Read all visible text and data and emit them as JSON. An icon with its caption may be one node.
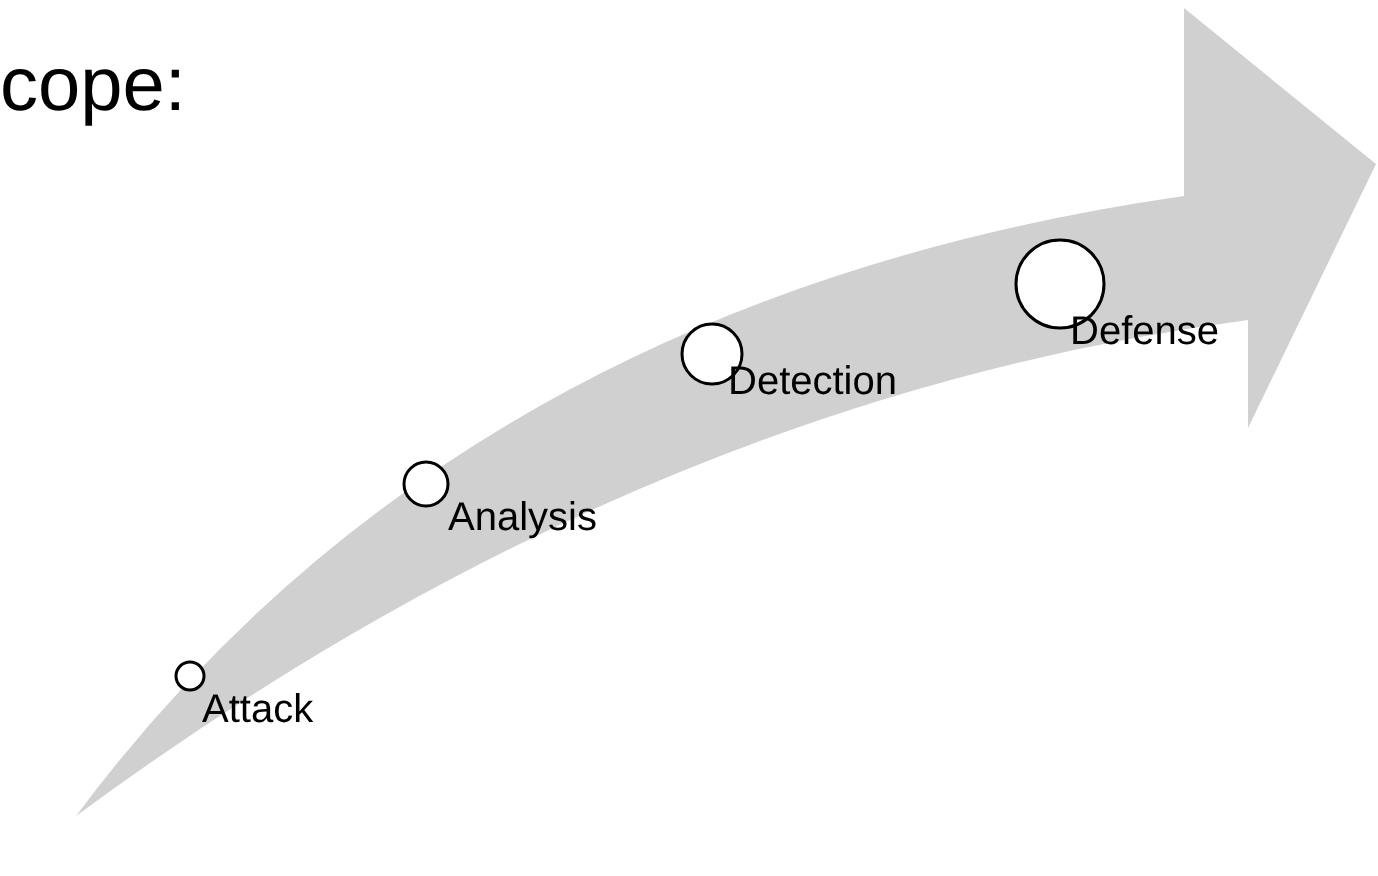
{
  "diagram": {
    "nodes": [
      {
        "text": [],
        "shape": "circle",
        "beside": [
          "Attack"
        ]
      },
      {
        "text": [],
        "shape": "circle",
        "beside": [
          "Analysis"
        ]
      },
      {
        "text": [],
        "shape": "circle",
        "beside": [
          "Detection"
        ]
      },
      {
        "text": [],
        "shape": "circle",
        "beside": [
          "Defense"
        ]
      }
    ],
    "labels": [
      "cope:"
    ]
  }
}
